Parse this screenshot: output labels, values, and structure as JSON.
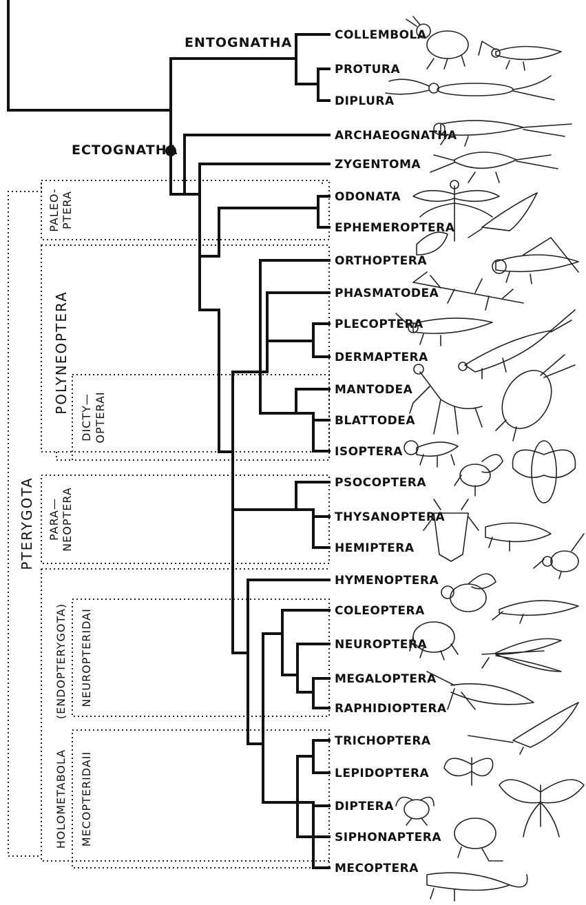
{
  "diagram": {
    "clades": {
      "entognatha": "ENTOGNATHA",
      "ectognatha": "ECTOGNATHA"
    },
    "groups": {
      "pterygota": "PTERYGOTA",
      "paleoptera": [
        "PALEO-",
        "PTERA"
      ],
      "polyneoptera": "POLYNEOPTERA",
      "dictyopterai": [
        "DICTY—",
        "OPTERAI"
      ],
      "paraneoptera": [
        "PARA—",
        "NEOPTERA"
      ],
      "holometabola": "HOLOMETABOLA",
      "endopterygota": "(ENDOPTERYGOTA)",
      "neuropteridai": "NEUROPTERIDAI",
      "mecopteridaii": "MECOPTERIDAII"
    },
    "taxa": [
      "COLLEMBOLA",
      "PROTURA",
      "DIPLURA",
      "ARCHAEOGNATHA",
      "ZYGENTOMA",
      "ODONATA",
      "EPHEMEROPTERA",
      "ORTHOPTERA",
      "PHASMATODEA",
      "PLECOPTERA",
      "DERMAPTERA",
      "MANTODEA",
      "BLATTODEA",
      "ISOPTERA",
      "PSOCOPTERA",
      "THYSANOPTERA",
      "HEMIPTERA",
      "HYMENOPTERA",
      "COLEOPTERA",
      "NEUROPTERA",
      "MEGALOPTERA",
      "RAPHIDIOPTERA",
      "TRICHOPTERA",
      "LEPIDOPTERA",
      "DIPTERA",
      "SIPHONAPTERA",
      "MECOPTERA"
    ]
  }
}
